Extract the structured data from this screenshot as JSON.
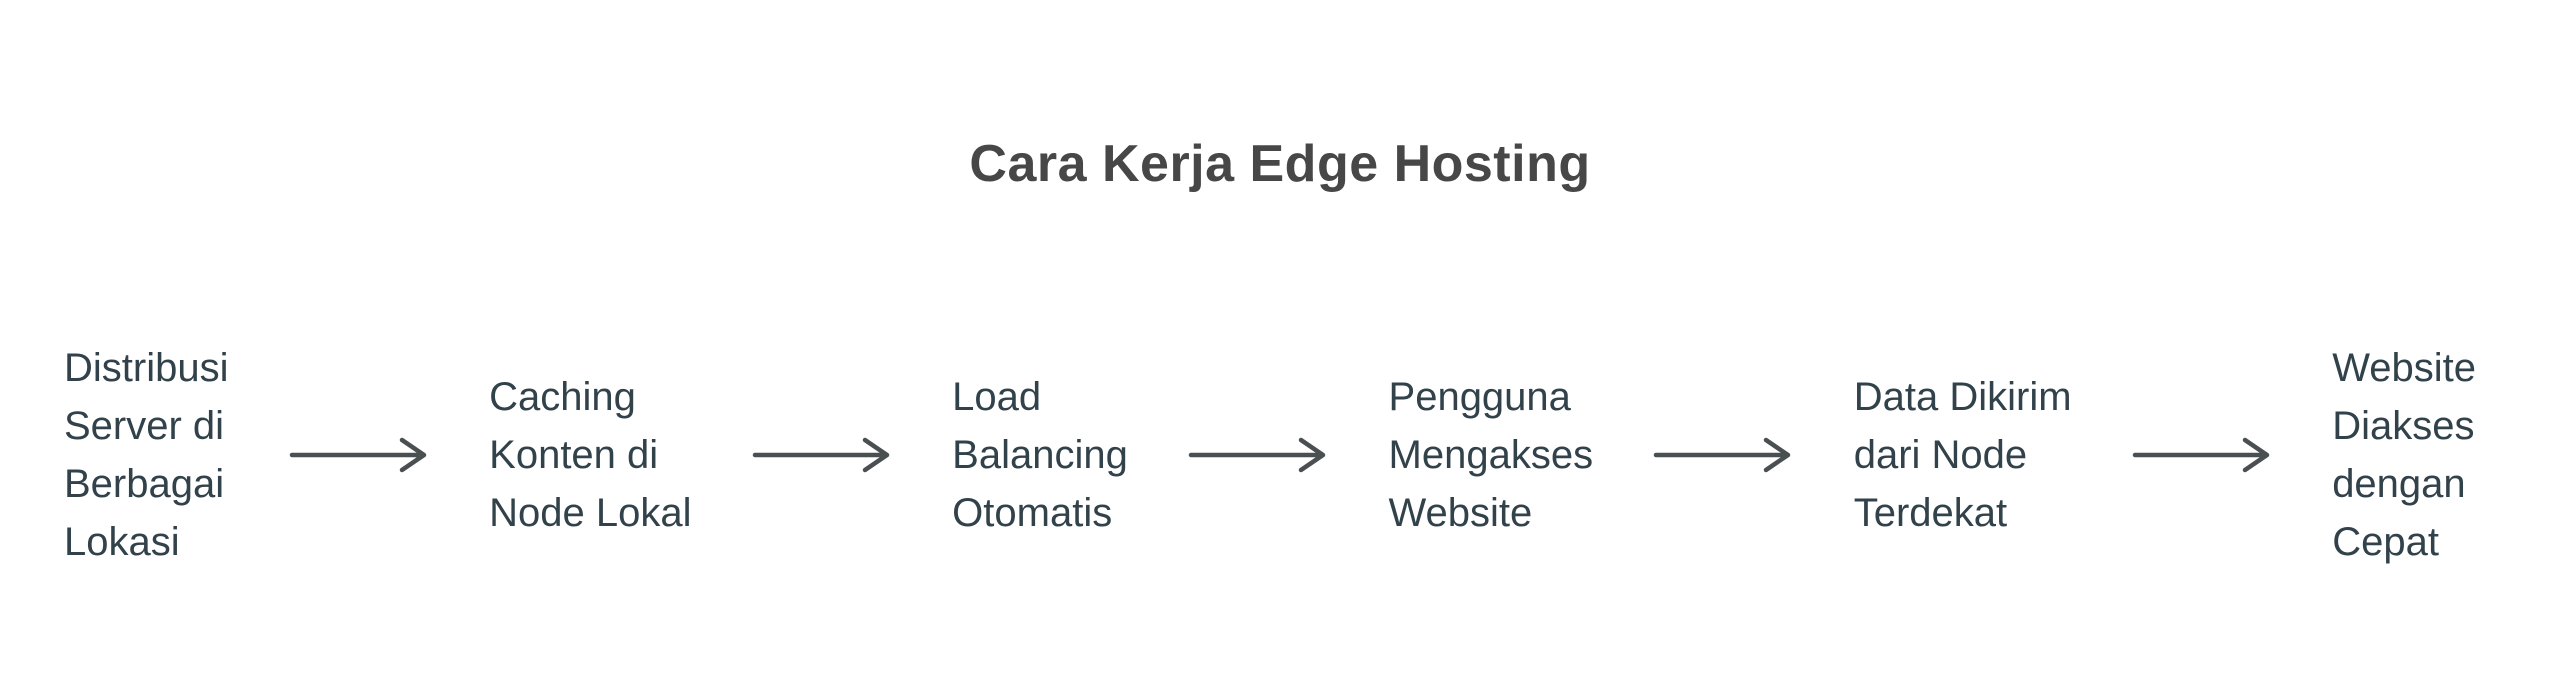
{
  "diagram": {
    "title": "Cara Kerja Edge Hosting",
    "type": "horizontal-flow",
    "colors": {
      "background": "#ffffff",
      "title_text": "#474747",
      "step_text": "#32424b",
      "arrow": "#4a4f52"
    },
    "flow": {
      "arrow_glyph": "→",
      "steps": [
        {
          "label": "Distribusi Server di Berbagai Lokasi",
          "lines": [
            "Distribusi",
            "Server di",
            "Berbagai",
            "Lokasi"
          ]
        },
        {
          "label": "Caching Konten di Node Lokal",
          "lines": [
            "Caching",
            "Konten di",
            "Node Lokal"
          ]
        },
        {
          "label": "Load Balancing Otomatis",
          "lines": [
            "Load",
            "Balancing",
            "Otomatis"
          ]
        },
        {
          "label": "Pengguna Mengakses Website",
          "lines": [
            "Pengguna",
            "Mengakses",
            "Website"
          ]
        },
        {
          "label": "Data Dikirim dari Node Terdekat",
          "lines": [
            "Data Dikirim",
            "dari Node",
            "Terdekat"
          ]
        },
        {
          "label": "Website Diakses dengan Cepat",
          "lines": [
            "Website",
            "Diakses",
            "dengan",
            "Cepat"
          ]
        }
      ]
    }
  }
}
